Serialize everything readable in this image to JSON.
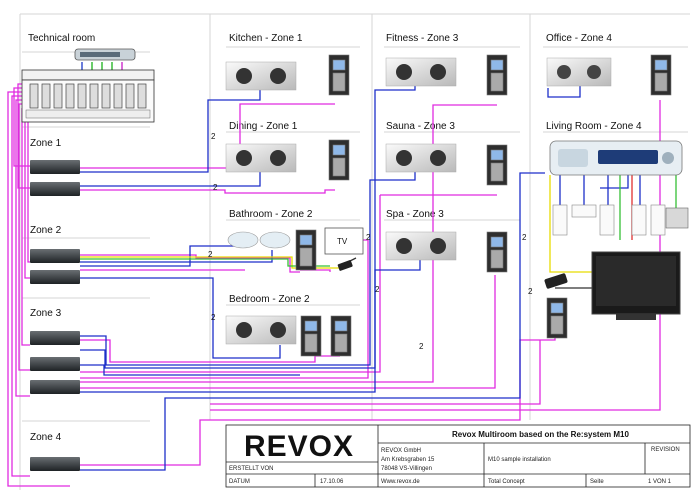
{
  "rooms": {
    "technical": "Technical room",
    "kitchen": "Kitchen - Zone 1",
    "fitness": "Fitness - Zone 3",
    "office": "Office - Zone 4",
    "dining": "Dining - Zone 1",
    "sauna": "Sauna - Zone 3",
    "living": "Living Room  - Zone 4",
    "bathroom": "Bathroom - Zone 2",
    "spa": "Spa - Zone 3",
    "bedroom": "Bedroom - Zone 2"
  },
  "zones": {
    "zone1": "Zone 1",
    "zone2": "Zone 2",
    "zone3": "Zone 3",
    "zone4": "Zone 4"
  },
  "devices": {
    "tv": "TV"
  },
  "cable_labels": [
    "2",
    "2",
    "2",
    "2",
    "2",
    "2",
    "2",
    "2",
    "2"
  ],
  "title_block": {
    "logo": "REVOX",
    "title": "Revox Multiroom based on the Re:system M10",
    "revision_label": "REVISION",
    "company_lines": [
      "REVOX GmbH",
      "Am Krebsgraben 15",
      "78048 VS-Villingen"
    ],
    "description": "M10 sample installation",
    "created_by_label": "ERSTELLT VON",
    "date_label": "DATUM",
    "date_value": "17.10.06",
    "website": "Www.revox.de",
    "concept": "Total Concept",
    "page_label": "Seite",
    "page_value": "1 VON 1"
  }
}
